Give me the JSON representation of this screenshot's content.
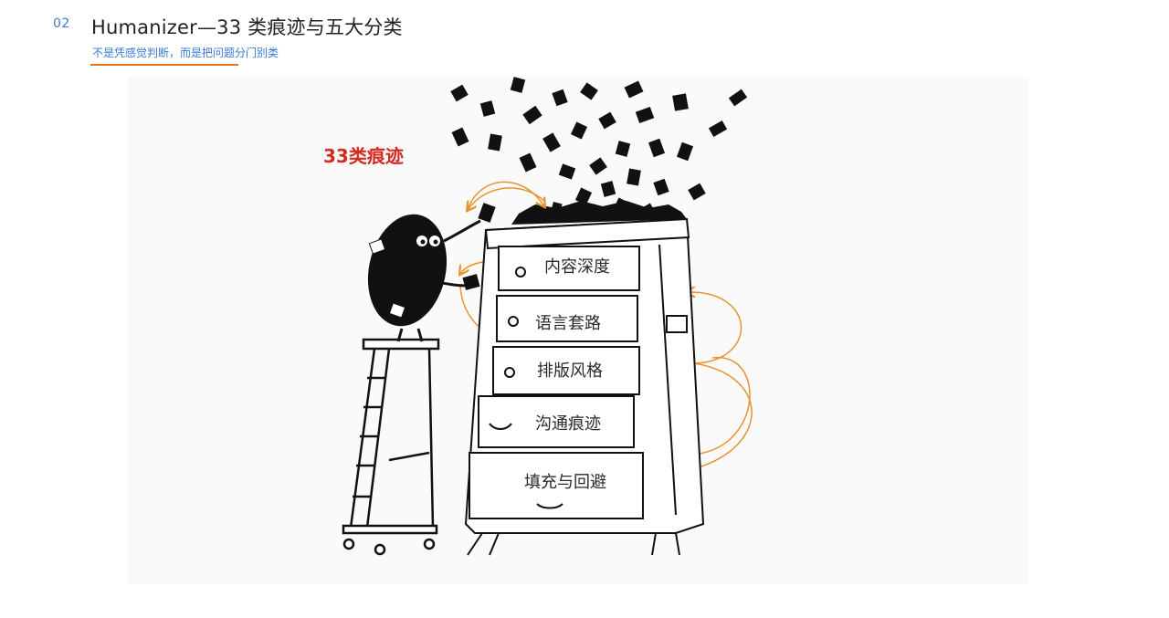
{
  "slide": {
    "number": "02",
    "title": "Humanizer—33 类痕迹与五大分类",
    "subtitle": "不是凭感觉判断，而是把问题分门别类"
  },
  "illustration": {
    "traces_label": "33类痕迹",
    "drawers": [
      {
        "label": "内容深度"
      },
      {
        "label": "语言套路"
      },
      {
        "label": "排版风格"
      },
      {
        "label": "沟通痕迹"
      },
      {
        "label": "填充与回避"
      }
    ]
  },
  "colors": {
    "accent_blue": "#3a7bd5",
    "accent_orange": "#e8731d",
    "label_red": "#d42a20"
  }
}
